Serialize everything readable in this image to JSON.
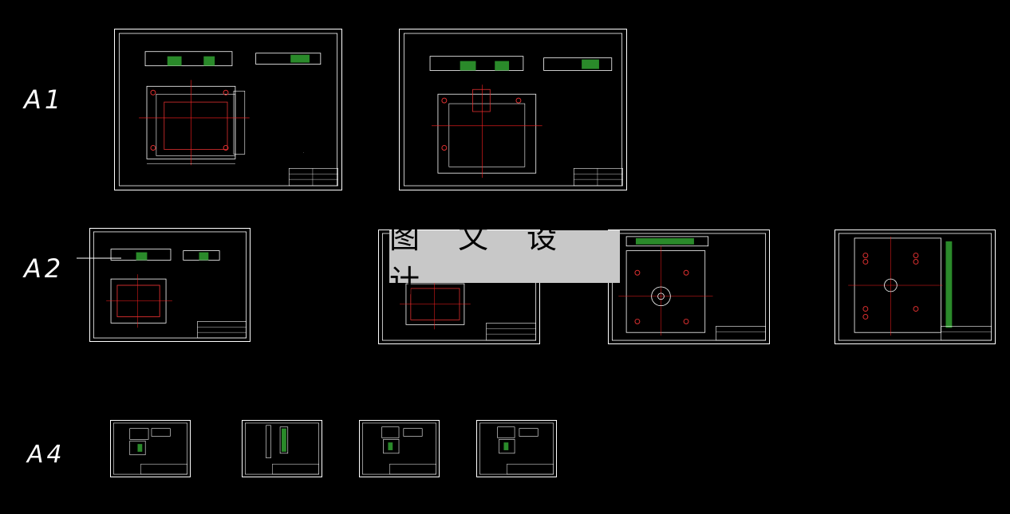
{
  "row_labels": {
    "a1": "A1",
    "a2": "A2",
    "a4": "A4"
  },
  "watermark": {
    "text": "图 文 设 计"
  },
  "colors": {
    "background": "#000000",
    "frame": "#ffffff",
    "centerline": "#ff2020",
    "hatch": "#2a8a2a",
    "hole": "#e03030",
    "watermark_bg": "#c8c8c8"
  },
  "sheets": [
    {
      "id": "a1-sheet-1",
      "size": "A1"
    },
    {
      "id": "a1-sheet-2",
      "size": "A1"
    },
    {
      "id": "a2-sheet-1",
      "size": "A2"
    },
    {
      "id": "a2-sheet-2",
      "size": "A2"
    },
    {
      "id": "a2-sheet-3",
      "size": "A2"
    },
    {
      "id": "a2-sheet-4",
      "size": "A2"
    },
    {
      "id": "a4-sheet-1",
      "size": "A4"
    },
    {
      "id": "a4-sheet-2",
      "size": "A4"
    },
    {
      "id": "a4-sheet-3",
      "size": "A4"
    },
    {
      "id": "a4-sheet-4",
      "size": "A4"
    }
  ]
}
